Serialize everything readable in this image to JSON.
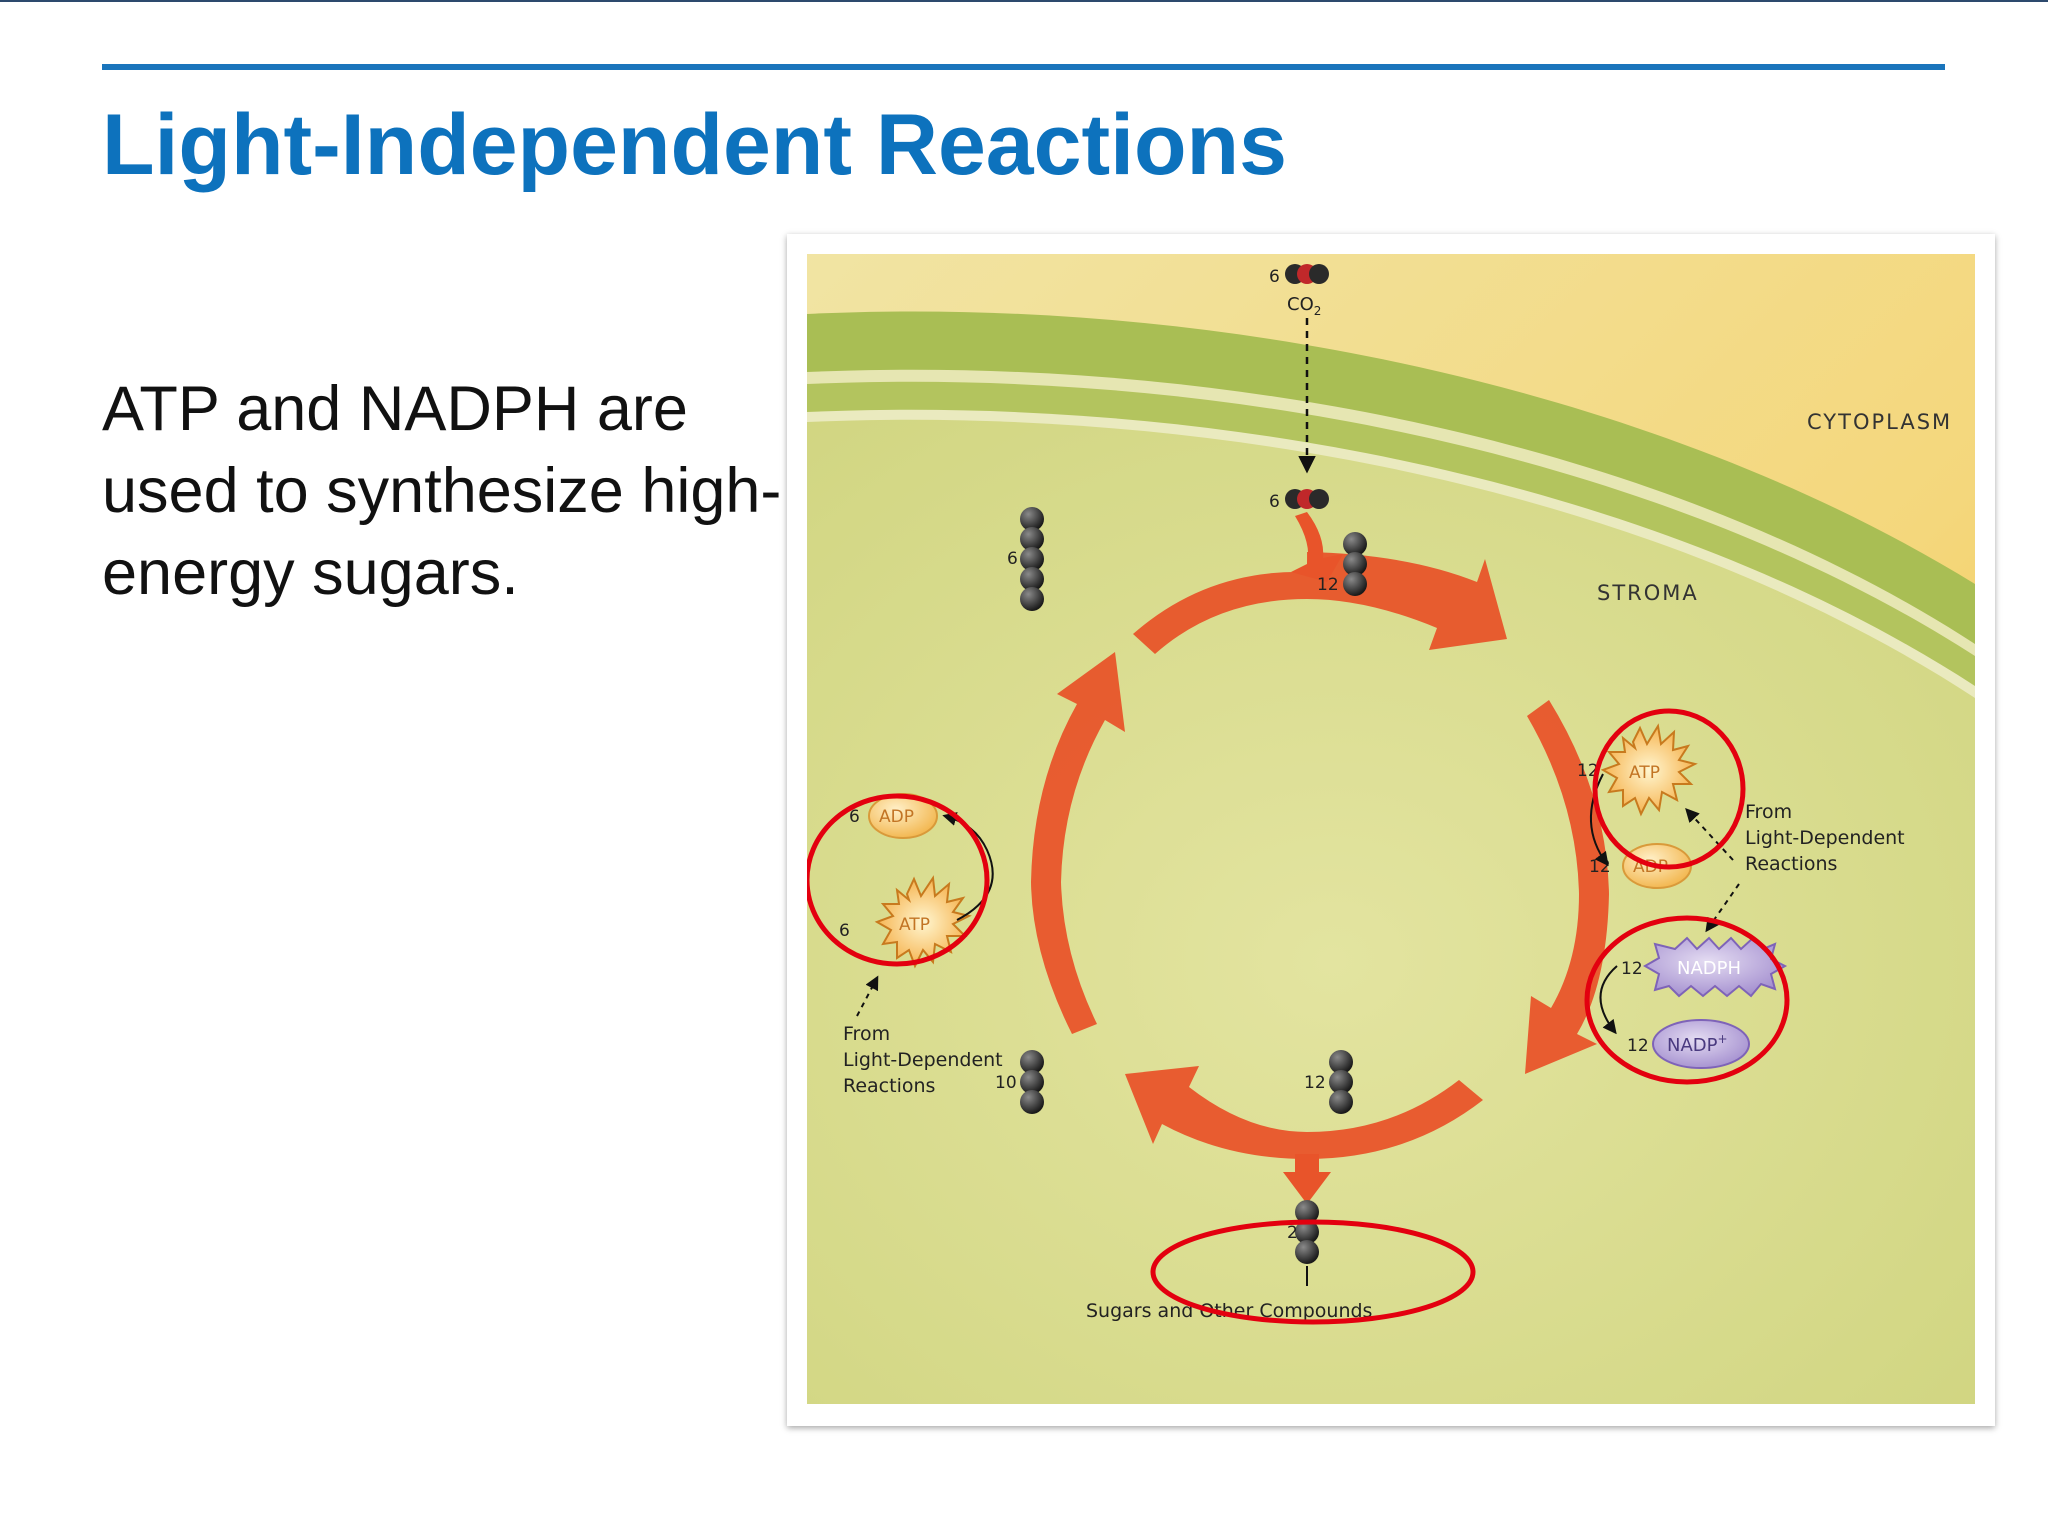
{
  "slide": {
    "title": "Light-Independent Reactions",
    "body": "ATP and NADPH are used to synthesize high-energy sugars."
  },
  "diagram": {
    "regions": {
      "cytoplasm": "CYTOPLASM",
      "stroma": "STROMA"
    },
    "co2": {
      "count": "6",
      "label": "CO",
      "subscript": "2",
      "count_inside": "6"
    },
    "molecules": {
      "top_right": "12",
      "left": "6",
      "bottom_left": "10",
      "bottom_right": "12",
      "output": "2"
    },
    "right_atp": {
      "atp_count": "12",
      "atp_label": "ATP",
      "adp_count": "12",
      "adp_label": "ADP"
    },
    "right_nadph": {
      "nadph_count": "12",
      "nadph_label": "NADPH",
      "nadp_count": "12",
      "nadp_label": "NADP",
      "nadp_sup": "+"
    },
    "left_atp": {
      "adp_count": "6",
      "adp_label": "ADP",
      "atp_count": "6",
      "atp_label": "ATP"
    },
    "from_right": [
      "From",
      "Light-Dependent",
      "Reactions"
    ],
    "from_left": [
      "From",
      "Light-Dependent",
      "Reactions"
    ],
    "output_label": "Sugars and Other Compounds"
  },
  "colors": {
    "title": "#0d72bd",
    "rule": "#1a75bc",
    "stroma": "#d3d98a",
    "membrane": "#a9be54",
    "cycle_arrow": "#e8542a",
    "highlight": "#e3000f",
    "nadph": "#b9a7d8"
  }
}
